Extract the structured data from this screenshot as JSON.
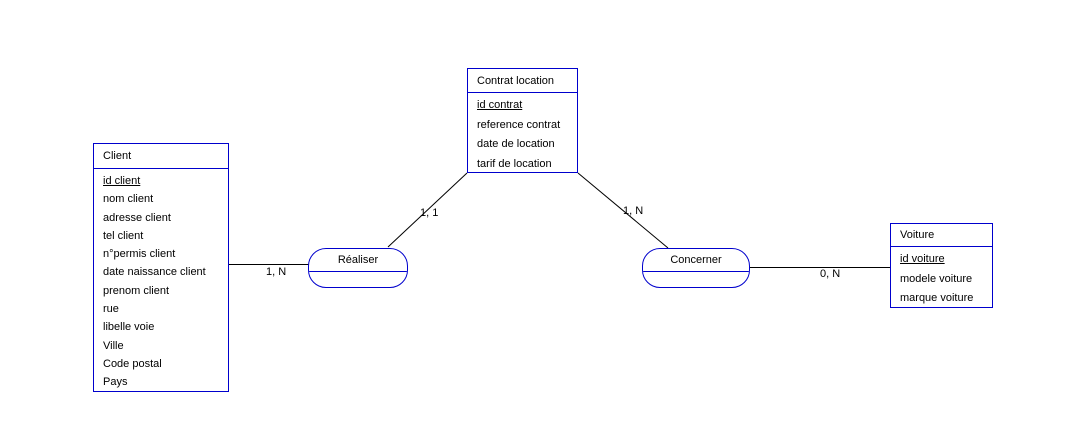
{
  "diagram": {
    "entities": {
      "client": {
        "title": "Client",
        "attributes": [
          "id client",
          "nom client",
          "adresse client",
          "tel client",
          "n°permis client",
          "date naissance client",
          "prenom client",
          "rue",
          "libelle voie",
          "Ville",
          "Code postal",
          "Pays"
        ]
      },
      "contrat": {
        "title": "Contrat location",
        "attributes": [
          "id contrat",
          "reference contrat",
          "date de location",
          "tarif de location"
        ]
      },
      "voiture": {
        "title": "Voiture",
        "attributes": [
          "id voiture",
          "modele voiture",
          "marque voiture"
        ]
      }
    },
    "relations": {
      "realiser": {
        "label": "Réaliser"
      },
      "concerner": {
        "label": "Concerner"
      }
    },
    "cardinalities": {
      "client_realiser": "1, N",
      "realiser_contrat": "1, 1",
      "contrat_concerner": "1, N",
      "concerner_voiture": "0, N"
    },
    "colors": {
      "box_border": "#0000CD",
      "line": "#000000",
      "text": "#000000",
      "background": "#FFFFFF"
    }
  }
}
